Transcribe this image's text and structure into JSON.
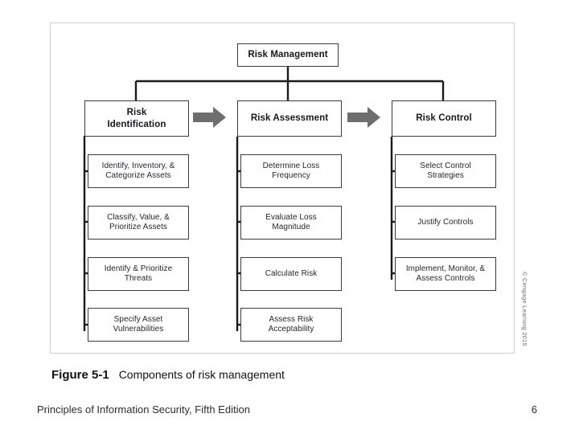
{
  "slide": {
    "figure": {
      "label": "Figure 5-1",
      "caption": "Components of risk management",
      "copyright": "© Cengage Learning 2015"
    },
    "footer": {
      "title": "Principles of Information Security, Fifth Edition",
      "page": "6"
    }
  },
  "diagram": {
    "type": "hierarchy",
    "root": {
      "label": "Risk Management"
    },
    "flow_arrows": [
      {
        "name": "arrow-identification-to-assessment",
        "from": "Risk Identification",
        "to": "Risk Assessment"
      },
      {
        "name": "arrow-assessment-to-control",
        "from": "Risk Assessment",
        "to": "Risk Control"
      }
    ],
    "columns": [
      {
        "key": "risk-identification",
        "title": "Risk\nIdentification",
        "items": [
          "Identify, Inventory, &\nCategorize Assets",
          "Classify, Value, &\nPrioritize Assets",
          "Identify & Prioritize\nThreats",
          "Specify Asset\nVulnerabilities"
        ]
      },
      {
        "key": "risk-assessment",
        "title": "Risk Assessment",
        "items": [
          "Determine Loss\nFrequency",
          "Evaluate Loss\nMagnitude",
          "Calculate Risk",
          "Assess Risk\nAcceptability"
        ]
      },
      {
        "key": "risk-control",
        "title": "Risk Control",
        "items": [
          "Select Control\nStrategies",
          "Justify Controls",
          "Implement, Monitor, &\nAssess Controls"
        ]
      }
    ]
  },
  "colors": {
    "line": "#1a1a1a",
    "arrow_fill": "#6e6e6e",
    "frame_border": "#cfcfcf",
    "box_border": "#3a3a3a",
    "text": "#17171c"
  }
}
